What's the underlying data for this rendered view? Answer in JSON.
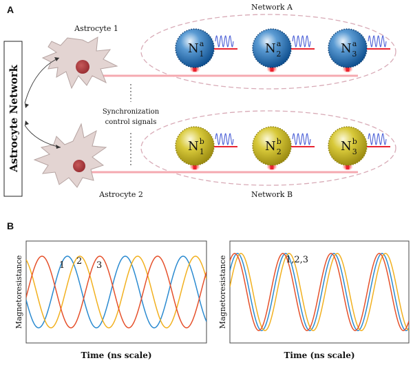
{
  "panel_a": {
    "label": "A",
    "astrocyte_network_label": "Astrocyte Network",
    "astrocyte_1": "Astrocyte 1",
    "astrocyte_2": "Astrocyte 2",
    "sync_label_line1": "Synchronization",
    "sync_label_line2": "control signals",
    "network_a": {
      "title": "Network A",
      "neurons": [
        {
          "base": "N",
          "sub": "1",
          "sup": "a"
        },
        {
          "base": "N",
          "sub": "2",
          "sup": "a"
        },
        {
          "base": "N",
          "sub": "3",
          "sup": "a"
        }
      ],
      "neuron_color": "#1f6fb5"
    },
    "network_b": {
      "title": "Network B",
      "neurons": [
        {
          "base": "N",
          "sub": "1",
          "sup": "b"
        },
        {
          "base": "N",
          "sub": "2",
          "sup": "b"
        },
        {
          "base": "N",
          "sub": "3",
          "sup": "b"
        }
      ],
      "neuron_color": "#c9b81e"
    },
    "astrocyte_color": "#e3d4d2",
    "signal_color": "#f2a0a6",
    "oscillation_color": "#4b5fd6",
    "output_color": "#e8232f"
  },
  "panel_b": {
    "label": "B",
    "left_plot": {
      "ylabel": "Magnetoresistance",
      "xlabel": "Time (ns scale)",
      "curve_labels": [
        "1",
        "2",
        "3"
      ]
    },
    "right_plot": {
      "ylabel": "Magnetoresistance",
      "xlabel": "Time (ns scale)",
      "curve_labels": [
        "1,2,3"
      ]
    },
    "series_colors": [
      "#2a8ad0",
      "#f2b01e",
      "#e5502a"
    ]
  }
}
